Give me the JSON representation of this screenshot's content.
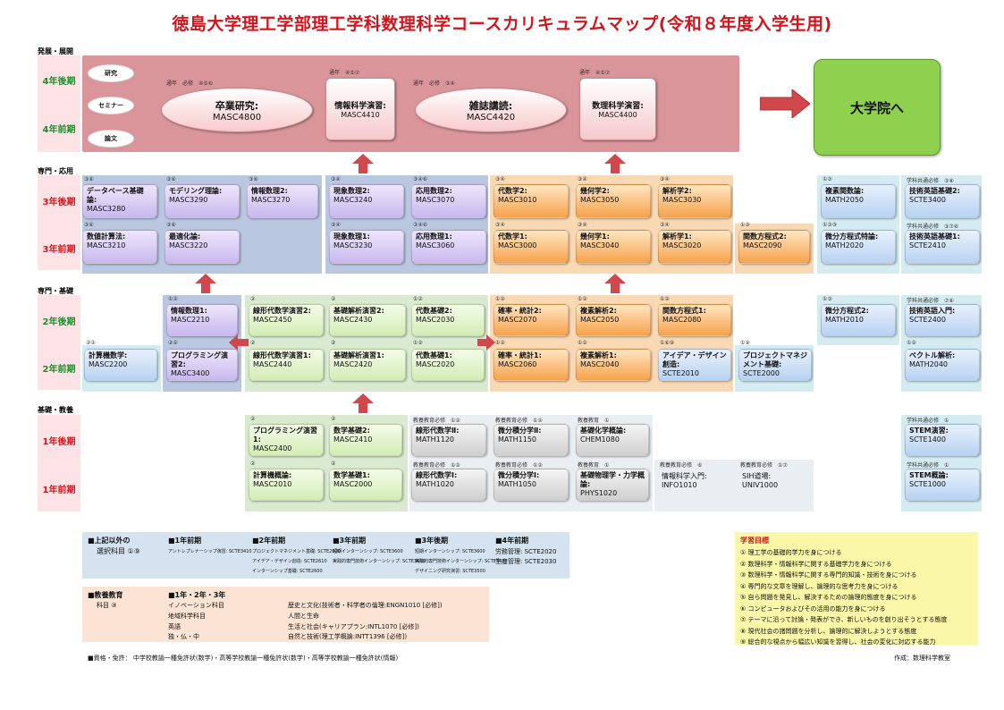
{
  "title": "徳島大学理工学部理工学科数理科学コースカリキュラムマップ(令和８年度入学生用)",
  "bands": {
    "b1": "発展・展開",
    "b2": "専門・応用",
    "b3": "専門・基礎",
    "b4": "基礎・教養"
  },
  "rows": {
    "y4late": "4年後期",
    "y4early": "4年前期",
    "y3late": "3年後期",
    "y3early": "3年前期",
    "y2late": "2年後期",
    "y2early": "2年前期",
    "y1late": "1年後期",
    "y1early": "1年前期"
  },
  "top": {
    "kenkyu": "研究",
    "seminar": "セミナー",
    "ronbun": "論文",
    "sotsu_tag": "通年　必修　④⑤⑥",
    "sotsu_name": "卒業研究:",
    "sotsu_code": "MASC4800",
    "joho_tag": "通年　④⑤⑦",
    "joho_name": "情報科学演習:",
    "joho_code": "MASC4410",
    "zasshi_tag": "通年　必修　③④",
    "zasshi_name": "雑誌講読:",
    "zasshi_code": "MASC4420",
    "suri_tag": "通年　④⑤⑦",
    "suri_name": "数理科学演習:",
    "suri_code": "MASC4400",
    "grad": "大学院へ"
  },
  "y3l": [
    {
      "tag": "③⑥",
      "name": "データベース基礎論:",
      "code": "MASC3280"
    },
    {
      "tag": "③⑥",
      "name": "モデリング理論:",
      "code": "MASC3290"
    },
    {
      "tag": "③⑥",
      "name": "情報数理2:",
      "code": "MASC3270"
    },
    {
      "tag": "③④",
      "name": "現象数理2:",
      "code": "MASC3240"
    },
    {
      "tag": "③④⑥",
      "name": "応用数理2:",
      "code": "MASC3070"
    },
    {
      "tag": "③④",
      "name": "代数学2:",
      "code": "MASC3010"
    },
    {
      "tag": "③④",
      "name": "幾何学2:",
      "code": "MASC3050"
    },
    {
      "tag": "③④",
      "name": "解析学2:",
      "code": "MASC3030"
    },
    {
      "tag": "①③",
      "name": "複素関数論:",
      "code": "MATH2050"
    },
    {
      "tag": "学科共通必修　③⑧",
      "name": "技術英語基礎2:",
      "code": "SCTE3400"
    }
  ],
  "y3e": [
    {
      "tag": "③⑥",
      "name": "数値計算法:",
      "code": "MASC3210"
    },
    {
      "tag": "③⑥",
      "name": "最適化論:",
      "code": "MASC3220"
    },
    {
      "tag": "③④",
      "name": "現象数理1:",
      "code": "MASC3230"
    },
    {
      "tag": "③④⑥",
      "name": "応用数理1:",
      "code": "MASC3060"
    },
    {
      "tag": "③④",
      "name": "代数学1:",
      "code": "MASC3000"
    },
    {
      "tag": "③④",
      "name": "幾何学1:",
      "code": "MASC3040"
    },
    {
      "tag": "③④",
      "name": "解析学1:",
      "code": "MASC3020"
    },
    {
      "tag": "①③",
      "name": "関数方程式2:",
      "code": "MASC2090"
    },
    {
      "tag": "①③③",
      "name": "微分方程式特論:",
      "code": "MATH2020"
    },
    {
      "tag": "学科共通必修　③⑦⑧",
      "name": "技術英語基礎1:",
      "code": "SCTE2410"
    }
  ],
  "y2l": [
    {
      "tag": "①②",
      "name": "情報数理1:",
      "code": "MASC2210"
    },
    {
      "tag": "②",
      "name": "線形代数学演習2:",
      "code": "MASC2450"
    },
    {
      "tag": "②",
      "name": "基礎解析演習2:",
      "code": "MASC2430"
    },
    {
      "tag": "①②",
      "name": "代数基礎2:",
      "code": "MASC2030"
    },
    {
      "tag": "①②",
      "name": "確率・統計2:",
      "code": "MASC2070"
    },
    {
      "tag": "①②",
      "name": "複素解析2:",
      "code": "MASC2050"
    },
    {
      "tag": "①②",
      "name": "関数方程式1:",
      "code": "MASC2080"
    },
    {
      "tag": "①③",
      "name": "微分方程式2:",
      "code": "MATH2010"
    },
    {
      "tag": "学科共通必修　⑦⑧",
      "name": "技術英語入門:",
      "code": "SCTE2400"
    }
  ],
  "y2e": [
    {
      "tag": "②②",
      "name": "計算機数学:",
      "code": "MASC2200"
    },
    {
      "tag": "②②",
      "name": "プログラミング演習2:",
      "code": "MASC3400"
    },
    {
      "tag": "②",
      "name": "線形代数学演習1:",
      "code": "MASC2440"
    },
    {
      "tag": "②",
      "name": "基礎解析演習1:",
      "code": "MASC2420"
    },
    {
      "tag": "①②",
      "name": "代数基礎1:",
      "code": "MASC2020"
    },
    {
      "tag": "①②",
      "name": "確率・統計1:",
      "code": "MASC2060"
    },
    {
      "tag": "①②",
      "name": "複素解析1:",
      "code": "MASC2040"
    },
    {
      "tag": "①⑥⑨",
      "name": "アイデア・デザイン創造:",
      "code": "SCTE2010"
    },
    {
      "tag": "①⑨",
      "name": "プロジェクトマネジメント基礎:",
      "code": "SCTE2000"
    },
    {
      "tag": "①②",
      "name": "ベクトル解析:",
      "code": "MATH2040"
    }
  ],
  "y1l": [
    {
      "tag": "②",
      "name": "プログラミング演習1:",
      "code": "MASC2400"
    },
    {
      "tag": "②",
      "name": "数学基礎2:",
      "code": "MASC2410"
    },
    {
      "tag": "教養教育必修　①②",
      "name": "線形代数学Ⅱ:",
      "code": "MATH1120"
    },
    {
      "tag": "教養教育必修　①②",
      "name": "微分積分学Ⅱ:",
      "code": "MATH1150"
    },
    {
      "tag": "教養教育　①",
      "name": "基礎化学概論:",
      "code": "CHEM1080"
    },
    {
      "tag": "学科共通必修　①",
      "name": "STEM演習:",
      "code": "SCTE1400"
    }
  ],
  "y1e": [
    {
      "tag": "②",
      "name": "計算機概論:",
      "code": "MASC2010"
    },
    {
      "tag": "②",
      "name": "数学基礎1:",
      "code": "MASC2000"
    },
    {
      "tag": "教養教育必修　①②",
      "name": "線形代数学Ⅰ:",
      "code": "MATH1020"
    },
    {
      "tag": "教養教育必修　①②",
      "name": "微分積分学Ⅰ:",
      "code": "MATH1050"
    },
    {
      "tag": "教養教育　①",
      "name": "基礎物理学・力学概論:",
      "code": "PHYS1020"
    },
    {
      "tag": "教養教育必修　⑥",
      "name": "情報科学入門:",
      "code": "INFO1010"
    },
    {
      "tag": "教養教育必修　①⑦",
      "name": "SIH道場:",
      "code": "UNIV1000"
    },
    {
      "tag": "学科共通必修　①",
      "name": "STEM概論:",
      "code": "SCTE1000"
    }
  ],
  "notes": {
    "sentaku_h1": "■上記以外の",
    "sentaku_h2": "選択科目 ①⑨",
    "n1": "■1年前期",
    "n1a": "アントレプレナーシップ演習: SCTE3410",
    "n2": "■2年前期",
    "n2a": "プロジェクトマネジメント基礎: SCTE2600",
    "n2b": "アイデア・デザイン創造: SCTE2610",
    "n2c": "インターンシップ基礎: SCTE2600",
    "n3": "■3年前期",
    "n3a": "短期インターンシップ: SCTE3600",
    "n3b": "実践的専門技術インターンシップ: SCTE3600",
    "n4": "■3年後期",
    "n4a": "短期インターンシップ: SCTE3600",
    "n4b": "実践的専門技術インターンシップ: SCTE3601",
    "n4c": "デザイニング研究演習: SCTE3500",
    "n5": "■4年前期",
    "n5a": "労務管理: SCTE2020",
    "n5b": "生産管理: SCTE2030",
    "kyoyo_h1": "■教養教育",
    "kyoyo_h2": "科目 ③",
    "k1": "■1年・2年・3年",
    "k2": "イノベーション科目",
    "k3": "地域科学科目",
    "k4": "英語",
    "k5": "独・仏・中",
    "k6": "歴史と文化(技術者・科学者の倫理:ENGN1010 [必修])",
    "k7": "人間と生命",
    "k8": "生活と社会(キャリアプラン:INTL1070 [必修])",
    "k9": "自然と技術(理工学概論:INTT1396 [必修])",
    "license": "■資格・免許： 中学校教諭一種免許状(数学)・高等学校教諭一種免許状(数学)・高等学校教諭一種免許状(情報)",
    "author": "作成：数理科学教室"
  },
  "goals": {
    "title": "学習目標",
    "items": [
      "① 理工学の基礎的学力を身につける",
      "② 数理科学・情報科学に関する基礎学力を身につける",
      "③ 数理科学・情報科学に関する専門的知識・技術を身につける",
      "④ 専門的な文章を理解し、論理的な思考力を身につける",
      "⑤ 自ら問題を発見し、解決するための論理的態度を身につける",
      "⑥ コンピュータおよびその活用の能力を身につける",
      "⑦ テーマに沿って討論・発表ができ、新しいものを創り出そうとする態度",
      "⑧ 現代社会の諸問題を分析し、論理的に解決しようとする態度",
      "⑨ 総合的な視点から幅広い知識を習得し、社会の変化に対応する能力"
    ]
  },
  "colors": {
    "title_red": "#d4141c",
    "grad_green": "#8fd14f",
    "top_pink": "#d9959a",
    "arrow": "#d0474c"
  }
}
